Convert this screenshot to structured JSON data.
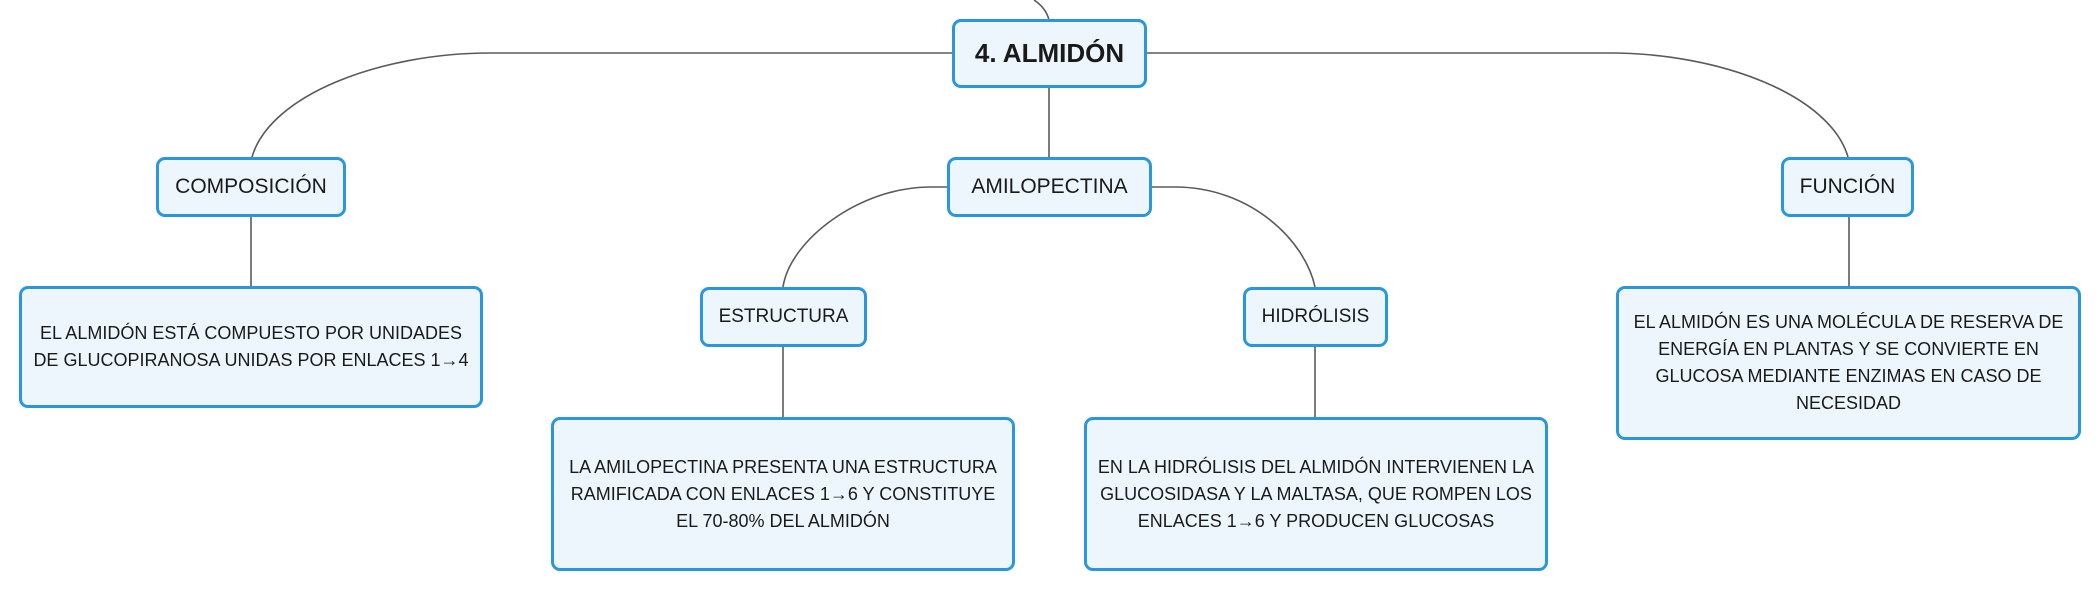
{
  "root": {
    "label": "4. ALMIDÓN"
  },
  "branches": {
    "composicion": {
      "label": "COMPOSICIÓN",
      "description": "EL ALMIDÓN ESTÁ COMPUESTO POR UNIDADES DE GLUCOPIRANOSA UNIDAS POR ENLACES 1→4"
    },
    "amilopectina": {
      "label": "AMILOPECTINA",
      "estructura": {
        "label": "ESTRUCTURA",
        "description": "LA AMILOPECTINA PRESENTA UNA ESTRUCTURA RAMIFICADA CON ENLACES 1→6 Y CONSTITUYE EL 70-80% DEL ALMIDÓN"
      },
      "hidrolisis": {
        "label": "HIDRÓLISIS",
        "description": "EN LA HIDRÓLISIS DEL ALMIDÓN INTERVIENEN LA GLUCOSIDASA Y LA MALTASA, QUE ROMPEN LOS ENLACES 1→6 Y PRODUCEN GLUCOSAS"
      }
    },
    "funcion": {
      "label": "FUNCIÓN",
      "description": "EL ALMIDÓN ES UNA MOLÉCULA DE RESERVA DE ENERGÍA EN PLANTAS Y SE CONVIERTE EN GLUCOSA MEDIANTE ENZIMAS EN CASO DE NECESIDAD"
    }
  }
}
